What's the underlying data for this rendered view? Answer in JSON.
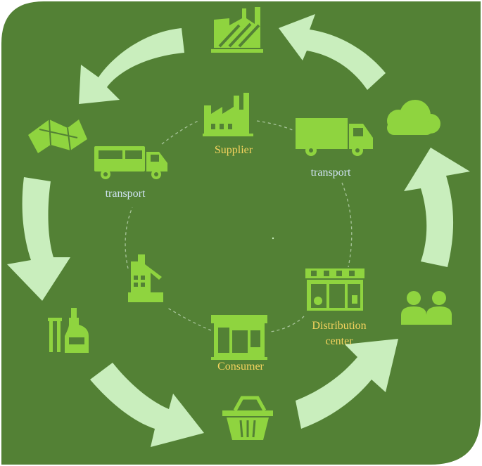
{
  "colors": {
    "background": "#538135",
    "icon_green": "#8fd43f",
    "arrow_pale": "#c9eebd",
    "dashed_line": "#a7c49a",
    "label_yellow": "#f4d35e",
    "label_blue": "#cfe3f2"
  },
  "labels": {
    "supplier": "Supplier",
    "transport_left": "transport",
    "transport_right": "transport",
    "distribution_line1": "Distribution",
    "distribution_line2": "center",
    "consumer": "Consumer"
  },
  "icons": [
    "factory-recycle-icon",
    "factory-icon",
    "truck-icon",
    "delivery-truck-icon",
    "cloud-icon",
    "people-icon",
    "shopping-basket-icon",
    "store-icon",
    "shop-icon",
    "wine-bottle-icon",
    "crane-building-icon",
    "map-icon"
  ]
}
